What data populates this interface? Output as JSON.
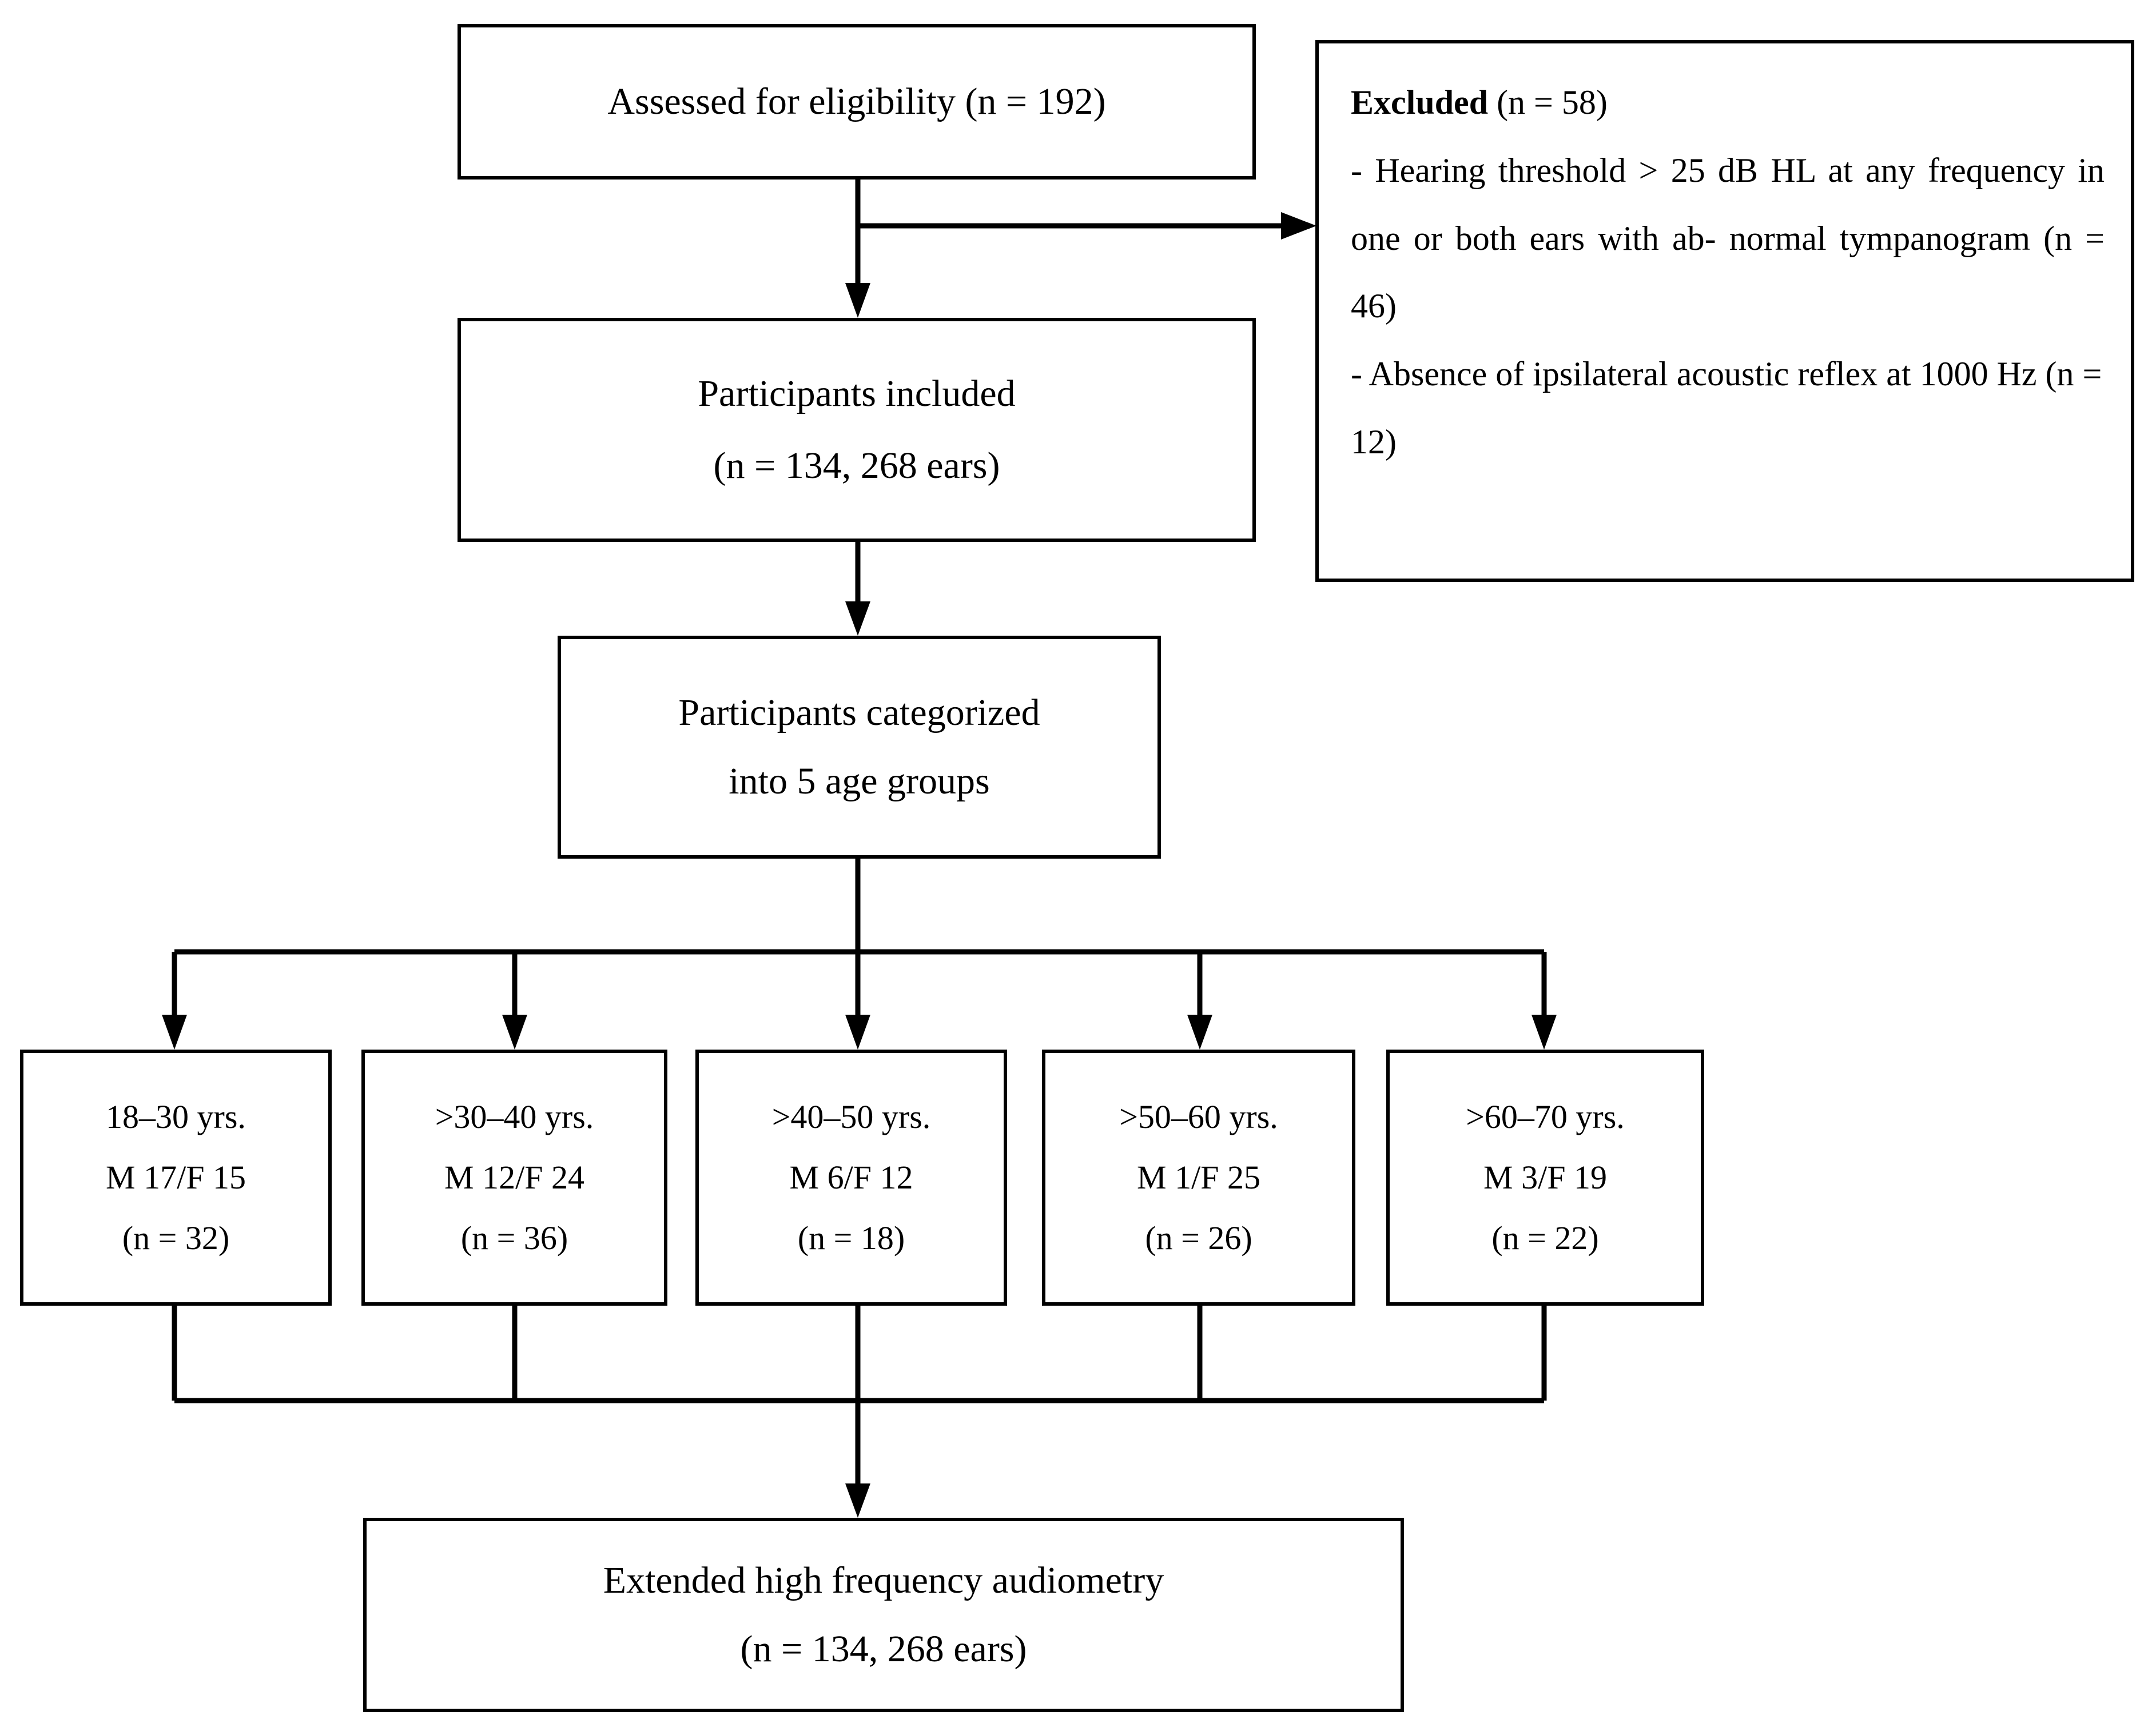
{
  "figure": {
    "type": "flowchart",
    "orientation": "top-to-bottom",
    "line_color": "#000000",
    "box_fill": "#ffffff",
    "text_color": "#000000"
  },
  "nodes": {
    "assessed": {
      "label": "Assessed for eligibility (n = 192)",
      "n": 192
    },
    "excluded": {
      "heading": "Excluded",
      "heading_count": "(n = 58)",
      "n": 58,
      "reasons": [
        {
          "text": "- Hearing threshold > 25 dB HL at any frequency in one or both ears with ab-normal tympanogram (n = 46)",
          "line1": "- Hearing threshold > 25 dB HL at any",
          "line2": "frequency in one or both ears with ab-",
          "line3": "normal tympanogram (n = 46)",
          "n": 46
        },
        {
          "text": "- Absence of ipsilateral acoustic reflex at 1000 Hz (n = 12)",
          "line1": "- Absence of ipsilateral acoustic reflex at",
          "line2": "1000 Hz (n = 12)",
          "n": 12
        }
      ]
    },
    "included": {
      "line1": "Participants included",
      "line2": "(n = 134, 268 ears)",
      "n": 134,
      "ears": 268
    },
    "categorized": {
      "line1": "Participants categorized",
      "line2": "into 5 age groups",
      "groups": 5
    },
    "audiometry": {
      "line1": "Extended high frequency audiometry",
      "line2": "(n = 134, 268 ears)",
      "n": 134,
      "ears": 268
    }
  },
  "age_groups": [
    {
      "range": "18–30 yrs.",
      "sex": "M 17/F 15",
      "count": "(n = 32)",
      "males": 17,
      "females": 15,
      "n": 32
    },
    {
      "range": ">30–40 yrs.",
      "sex": "M 12/F 24",
      "count": "(n = 36)",
      "males": 12,
      "females": 24,
      "n": 36
    },
    {
      "range": ">40–50 yrs.",
      "sex": "M 6/F 12",
      "count": "(n = 18)",
      "males": 6,
      "females": 12,
      "n": 18
    },
    {
      "range": ">50–60 yrs.",
      "sex": "M 1/F 25",
      "count": "(n = 26)",
      "males": 1,
      "females": 25,
      "n": 26
    },
    {
      "range": ">60–70 yrs.",
      "sex": "M 3/F 19",
      "count": "(n = 22)",
      "males": 3,
      "females": 19,
      "n": 22
    }
  ],
  "edges": [
    {
      "from": "assessed",
      "to": "included",
      "type": "arrow-down"
    },
    {
      "from": "assessed",
      "to": "excluded",
      "type": "arrow-right"
    },
    {
      "from": "included",
      "to": "categorized",
      "type": "arrow-down"
    },
    {
      "from": "categorized",
      "to": "age_groups",
      "type": "fan-out-5"
    },
    {
      "from": "age_groups",
      "to": "audiometry",
      "type": "merge-5"
    }
  ]
}
